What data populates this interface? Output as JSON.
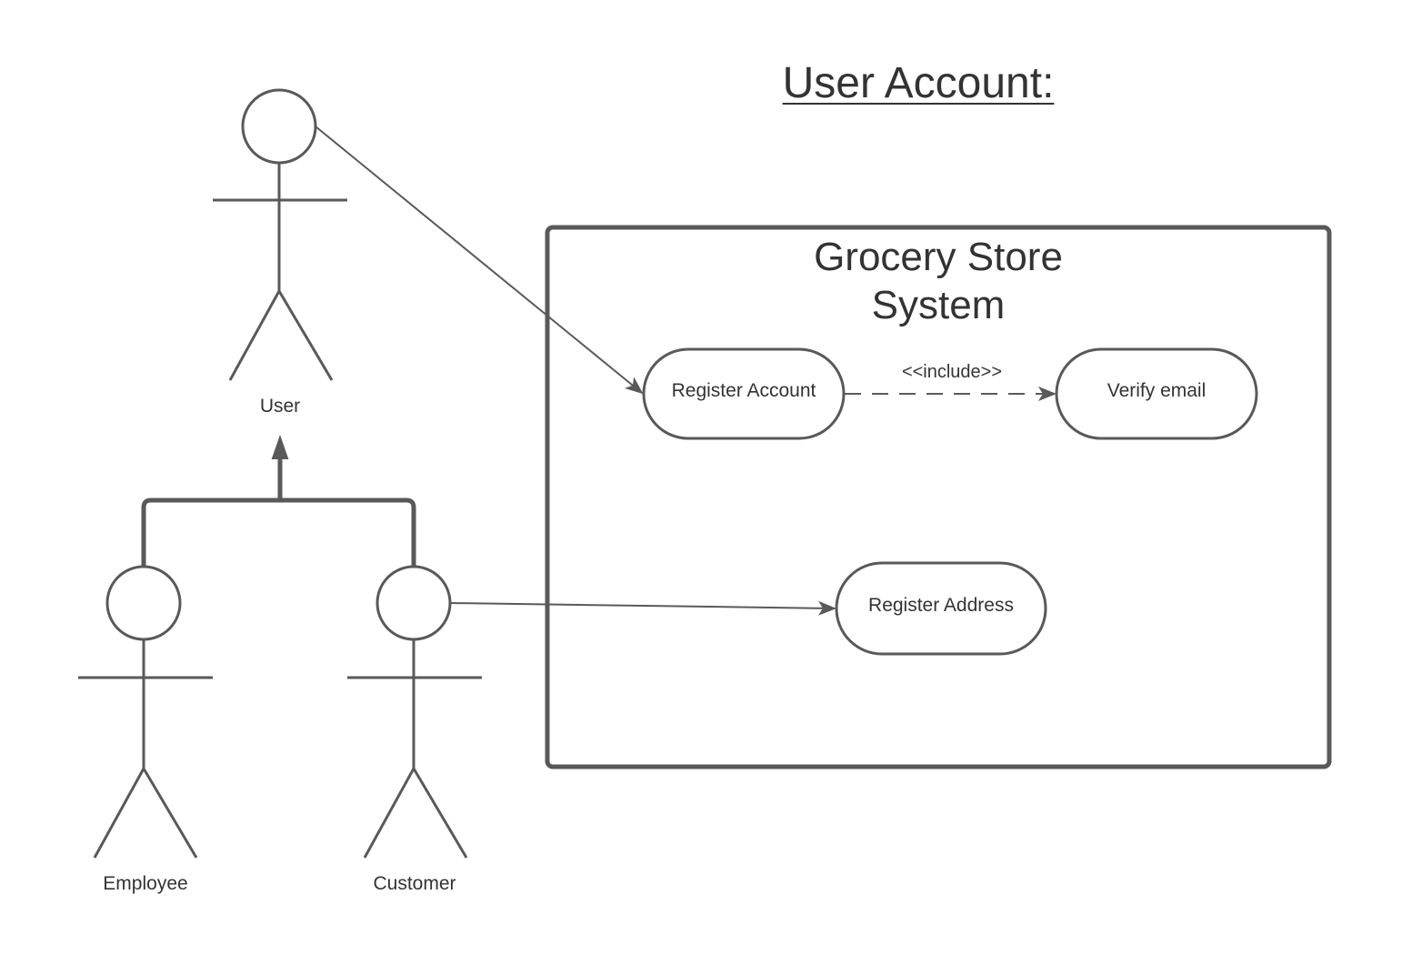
{
  "diagram": {
    "title": "User Account:",
    "system": {
      "title_line1": "Grocery Store",
      "title_line2": "System"
    },
    "actors": {
      "user": "User",
      "employee": "Employee",
      "customer": "Customer"
    },
    "use_cases": {
      "register_account": "Register Account",
      "verify_email": "Verify email",
      "register_address": "Register Address"
    },
    "relationships": {
      "include_stereotype": "<<include>>"
    },
    "colors": {
      "stroke": "#595959",
      "text": "#333333",
      "background": "#ffffff"
    }
  }
}
